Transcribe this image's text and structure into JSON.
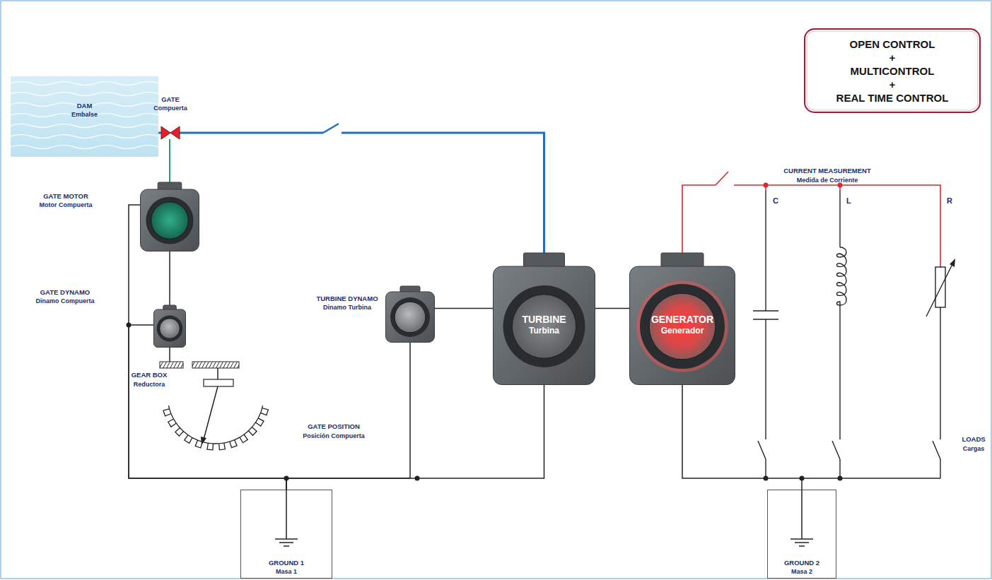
{
  "diagram": {
    "nodes": [
      {
        "text": [
          "OPEN CONTROL",
          "+",
          "MULTICONTROL",
          "+",
          "REAL TIME CONTROL"
        ]
      },
      {
        "text": [
          "DAM",
          "Embalse"
        ]
      },
      {
        "text": [
          "GATE",
          "Compuerta"
        ]
      },
      {
        "text": [
          "GATE MOTOR",
          "Motor Compuerta"
        ]
      },
      {
        "text": [
          "GATE DYNAMO",
          "Dinamo Compuerta"
        ]
      },
      {
        "text": [
          "TURBINE DYNAMO",
          "Dinamo Turbina"
        ]
      },
      {
        "text": [
          "TURBINE",
          "Turbina"
        ]
      },
      {
        "text": [
          "GENERATOR",
          "Generador"
        ]
      },
      {
        "text": [
          "GROUND 1",
          "Masa 1"
        ]
      },
      {
        "text": [
          "GROUND 2",
          "Masa 2"
        ]
      }
    ],
    "edges": [
      {
        "from": 1,
        "to": 2,
        "arrow": "none"
      },
      {
        "from": 2,
        "to": 6,
        "arrow": "none"
      },
      {
        "from": 2,
        "to": 3,
        "arrow": "none"
      },
      {
        "from": 3,
        "to": 4,
        "arrow": "none"
      },
      {
        "from": 5,
        "to": 6,
        "arrow": "none"
      },
      {
        "from": 6,
        "to": 7,
        "arrow": "none"
      },
      {
        "from": 3,
        "to": 8,
        "arrow": "none"
      },
      {
        "from": 4,
        "to": 8,
        "arrow": "none"
      },
      {
        "from": 5,
        "to": 8,
        "arrow": "none"
      },
      {
        "from": 6,
        "to": 8,
        "arrow": "none"
      },
      {
        "from": 7,
        "to": 9,
        "arrow": "none"
      }
    ],
    "labels": [
      "CURRENT MEASUREMENT",
      "Medida de Corriente",
      "C",
      "L",
      "R",
      "GEAR BOX",
      "Reductora",
      "GATE POSITION",
      "Posición Compuerta",
      "LOADS",
      "Cargas"
    ]
  }
}
